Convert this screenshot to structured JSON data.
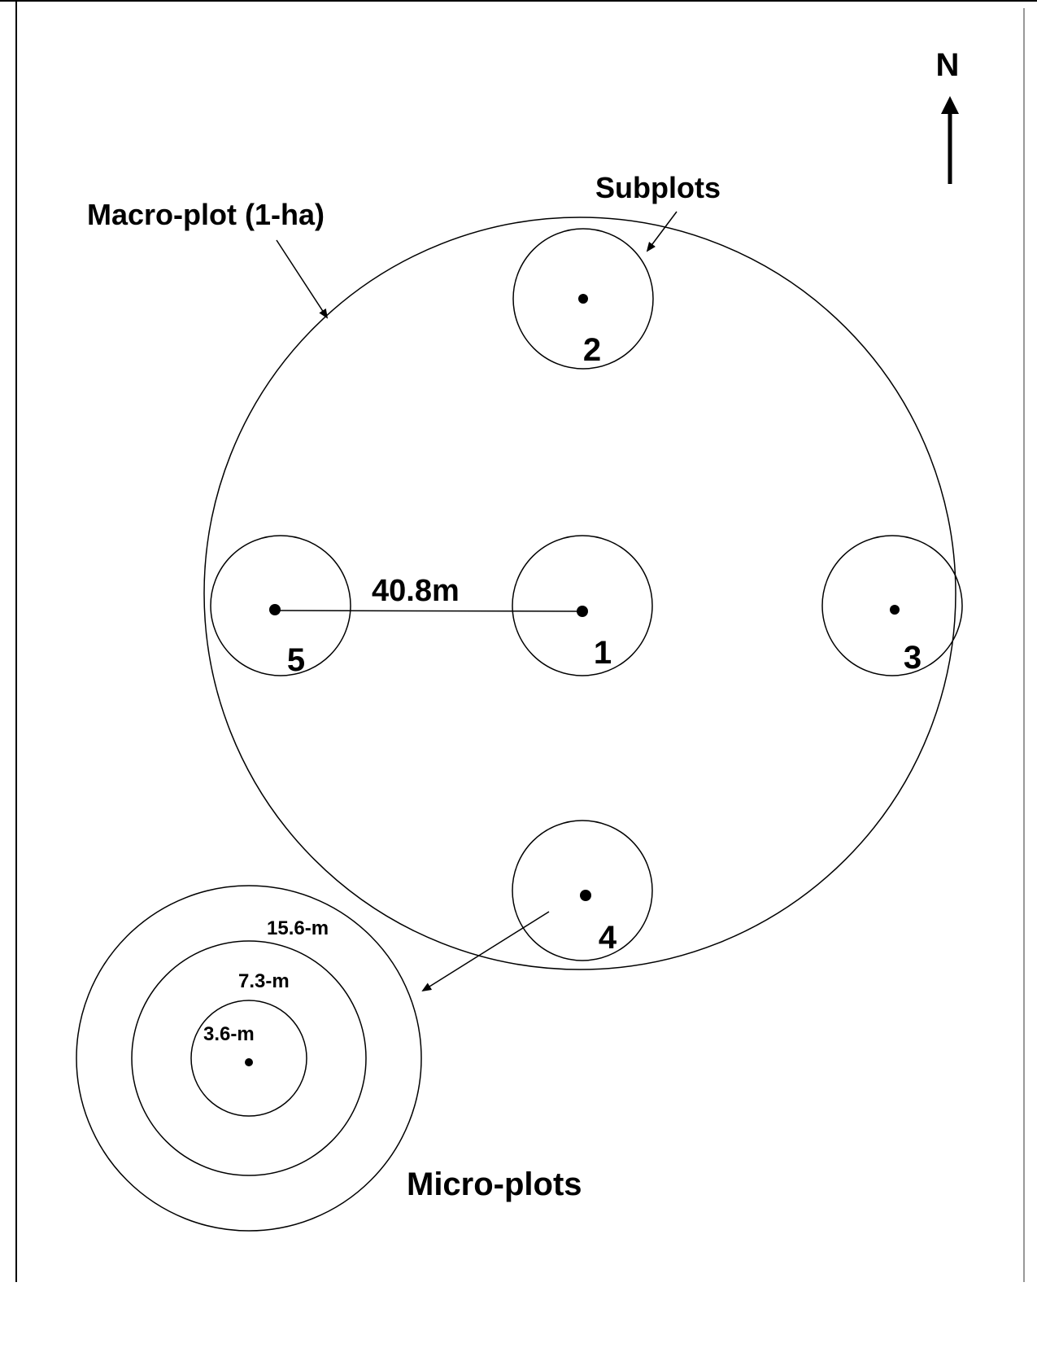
{
  "diagram": {
    "north_label": "N",
    "macro_plot_label": "Macro-plot (1-ha)",
    "subplots_label": "Subplots",
    "distance_label": "40.8m",
    "micro_plots_label": "Micro-plots",
    "subplots": [
      {
        "id": "1",
        "label": "1"
      },
      {
        "id": "2",
        "label": "2"
      },
      {
        "id": "3",
        "label": "3"
      },
      {
        "id": "4",
        "label": "4"
      },
      {
        "id": "5",
        "label": "5"
      }
    ],
    "micro_plot_radii": [
      {
        "label": "15.6-m"
      },
      {
        "label": "7.3-m"
      },
      {
        "label": "3.6-m"
      }
    ]
  }
}
